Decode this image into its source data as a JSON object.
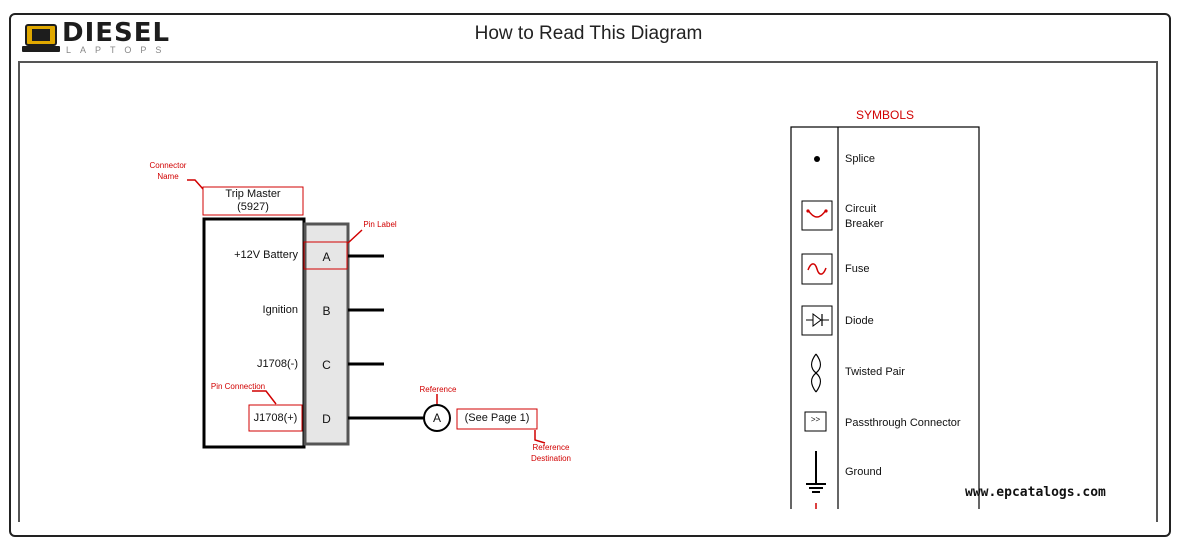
{
  "header": {
    "logo_text": "DIESEL",
    "logo_subtext": "LAPTOPS",
    "title": "How to Read This Diagram"
  },
  "connector": {
    "name": "Trip Master",
    "number": "(5927)",
    "pins": [
      {
        "label": "A",
        "signal": "+12V Battery"
      },
      {
        "label": "B",
        "signal": "Ignition"
      },
      {
        "label": "C",
        "signal": "J1708(-)"
      },
      {
        "label": "D",
        "signal": "J1708(+)"
      }
    ]
  },
  "reference": {
    "letter": "A",
    "destination": "(See Page 1)"
  },
  "callouts": {
    "connector_name_1": "Connector",
    "connector_name_2": "Name",
    "pin_label": "Pin Label",
    "pin_connection": "Pin Connection",
    "reference": "Reference",
    "reference_destination_1": "Reference",
    "reference_destination_2": "Destination"
  },
  "symbols": {
    "title": "SYMBOLS",
    "items": [
      {
        "icon": "splice-icon",
        "label": "Splice"
      },
      {
        "icon": "circuit-breaker-icon",
        "label_1": "Circuit",
        "label_2": "Breaker"
      },
      {
        "icon": "fuse-icon",
        "label": "Fuse"
      },
      {
        "icon": "diode-icon",
        "label": "Diode"
      },
      {
        "icon": "twisted-pair-icon",
        "label": "Twisted Pair"
      },
      {
        "icon": "passthrough-connector-icon",
        "glyph": ">>",
        "label": "Passthrough Connector"
      },
      {
        "icon": "ground-icon",
        "label": "Ground"
      }
    ]
  },
  "footer": {
    "url": "www.epcatalogs.com"
  },
  "colors": {
    "accent_red": "#d10000",
    "wire": "#000000",
    "pin_block": "#e6e6e6"
  }
}
